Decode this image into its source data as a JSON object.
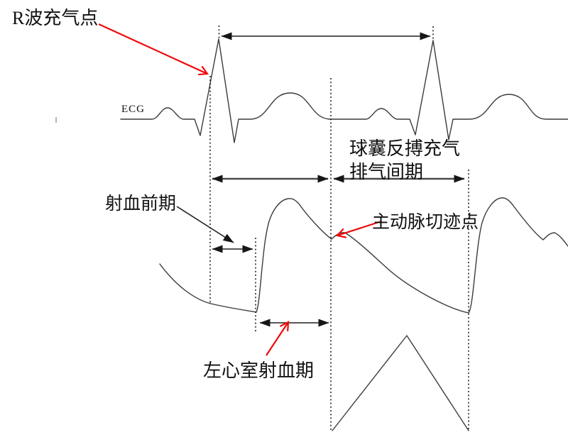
{
  "colors": {
    "waveform": "#3c3c3c",
    "arrows": "#1f1f1f",
    "arrows_thick": "#4a4a4a",
    "accent_red": "#ee0b0b",
    "text": "#111111",
    "background": "#ffffff"
  },
  "labels": {
    "r_wave_inflation_point": "R波充气点",
    "ecg": "ECG",
    "balloon_interval_line1": "球囊反搏充气",
    "balloon_interval_line2": "排气间期",
    "pre_ejection_period": "射血前期",
    "aortic_notch_point": "主动脉切迹点",
    "lv_ejection_period": "左心室射血期"
  }
}
